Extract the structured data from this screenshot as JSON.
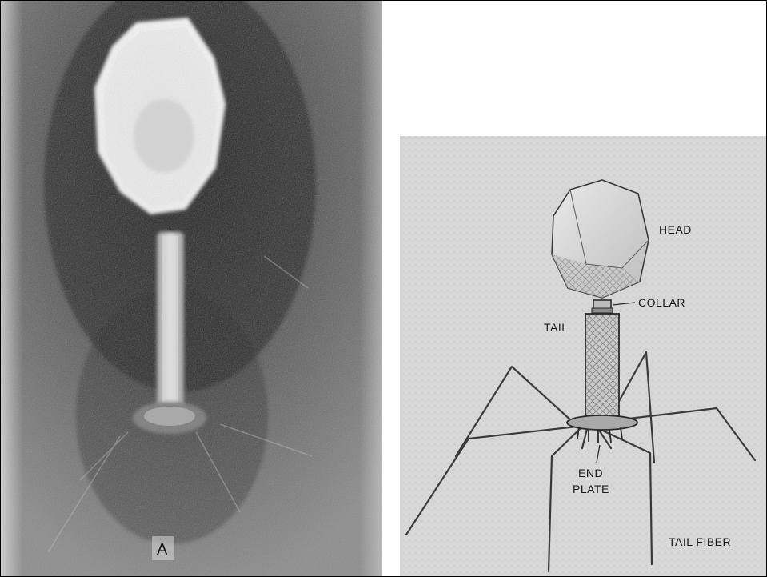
{
  "photo": {
    "panel_letter": "A"
  },
  "drawing": {
    "labels": {
      "head": "HEAD",
      "collar": "COLLAR",
      "tail": "TAIL",
      "end_plate_line1": "END",
      "end_plate_line2": "PLATE",
      "tail_fiber": "TAIL FIBER"
    }
  }
}
